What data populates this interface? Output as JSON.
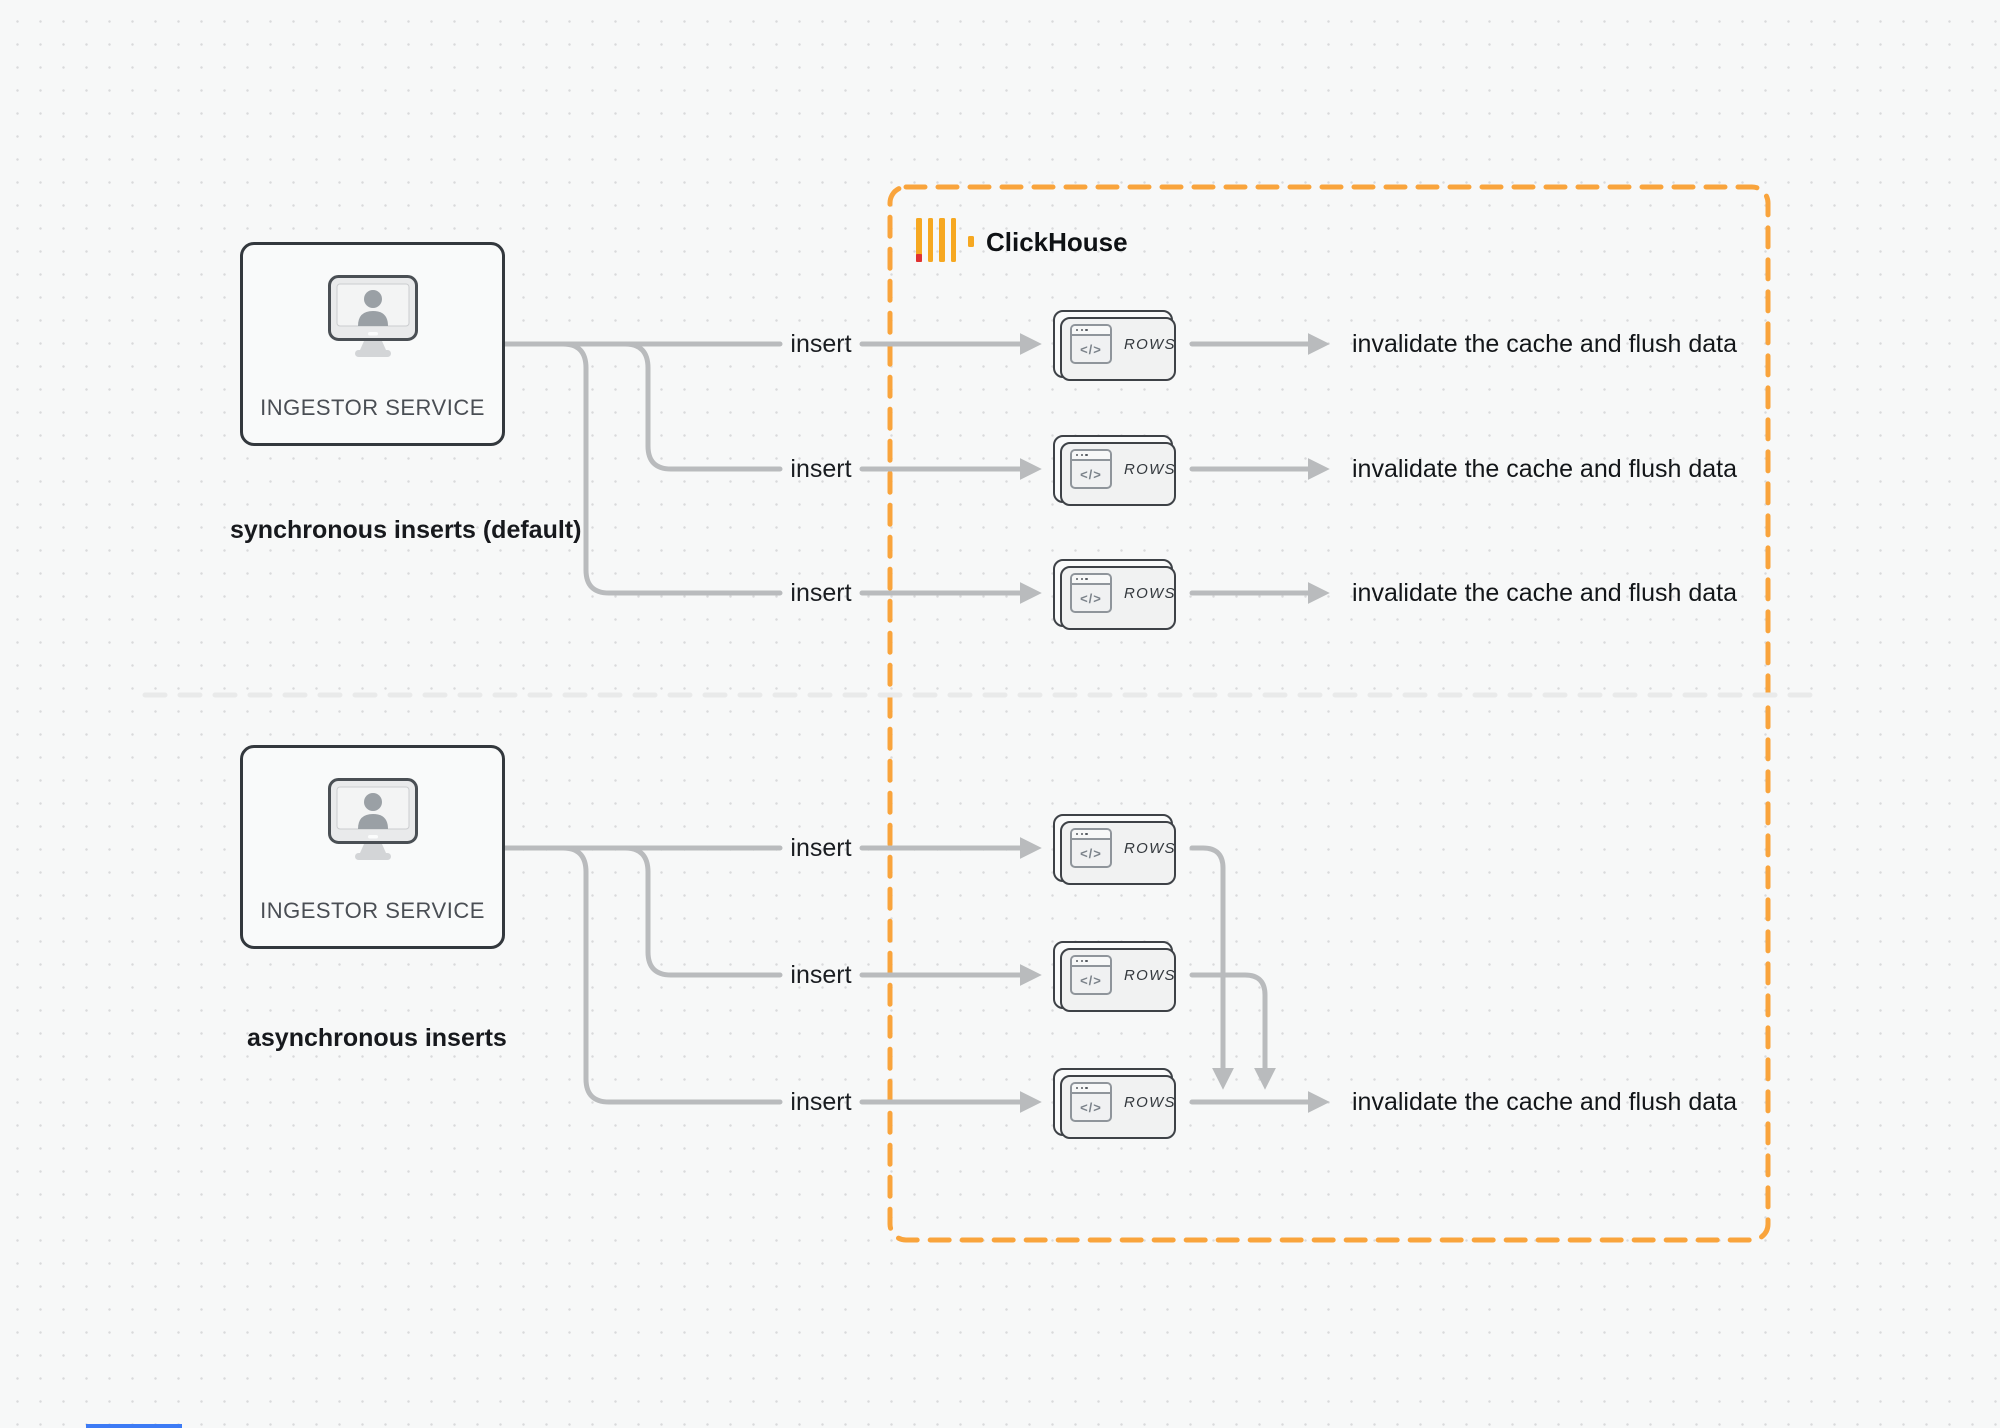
{
  "colors": {
    "accent_orange": "#F9A43C",
    "logo_yellow": "#F6A821",
    "logo_red": "#E03131",
    "wire_gray": "#B9BBBD",
    "divider_gray": "#E9EAEA",
    "text_dark": "#16191D"
  },
  "clickhouse": {
    "brand": "ClickHouse"
  },
  "sync": {
    "service_label": "INGESTOR SERVICE",
    "caption": "synchronous inserts (default)",
    "rows": [
      {
        "insert": "insert",
        "card": "ROWS",
        "glyph": "</>",
        "result": "invalidate the cache and flush data"
      },
      {
        "insert": "insert",
        "card": "ROWS",
        "glyph": "</>",
        "result": "invalidate the cache and flush data"
      },
      {
        "insert": "insert",
        "card": "ROWS",
        "glyph": "</>",
        "result": "invalidate the cache and flush data"
      }
    ]
  },
  "async": {
    "service_label": "INGESTOR SERVICE",
    "caption": "asynchronous inserts",
    "rows": [
      {
        "insert": "insert",
        "card": "ROWS",
        "glyph": "</>"
      },
      {
        "insert": "insert",
        "card": "ROWS",
        "glyph": "</>"
      },
      {
        "insert": "insert",
        "card": "ROWS",
        "glyph": "</>"
      }
    ],
    "result": "invalidate the cache and flush data"
  }
}
